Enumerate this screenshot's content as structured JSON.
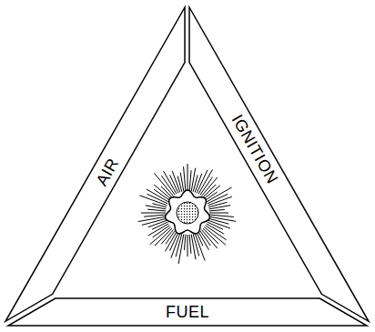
{
  "diagram": {
    "nodes": [
      {
        "text": [
          "AIR"
        ]
      },
      {
        "text": [
          "IGNITION"
        ]
      },
      {
        "text": [
          "FUEL"
        ]
      }
    ]
  }
}
